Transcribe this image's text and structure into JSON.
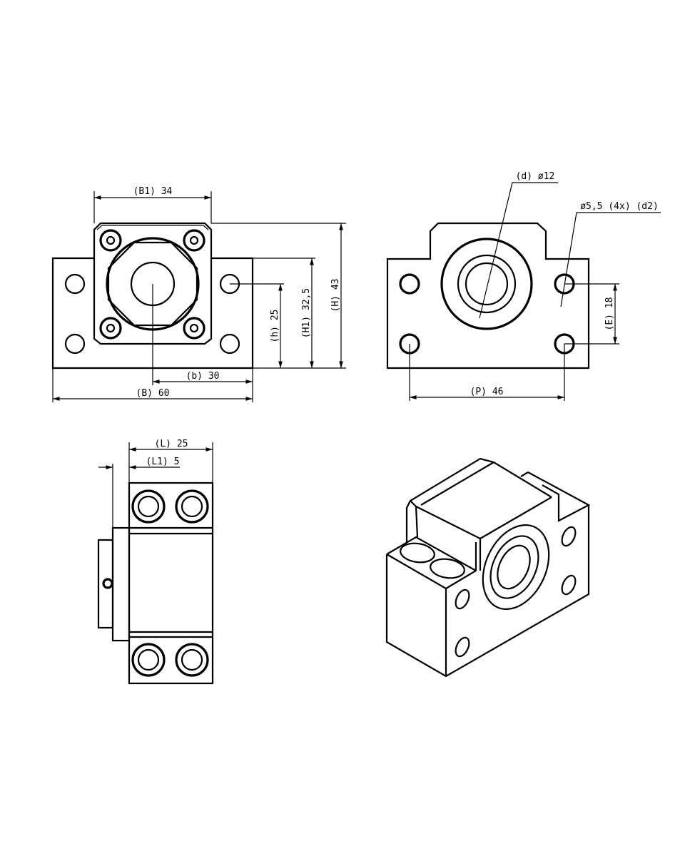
{
  "drawing": {
    "front_view": {
      "B1": "(B1) 34",
      "B": "(B) 60",
      "b": "(b) 30",
      "h": "(h) 25",
      "H1": "(H1) 32,5",
      "H": "(H) 43"
    },
    "rear_view": {
      "d": "(d) ø12",
      "d2": "ø5,5 (4x) (d2)",
      "E": "(E) 18",
      "P": "(P) 46"
    },
    "side_view": {
      "L": "(L) 25",
      "L1": "(L1) 5"
    }
  },
  "colors": {
    "line": "#000000",
    "background": "#ffffff"
  }
}
